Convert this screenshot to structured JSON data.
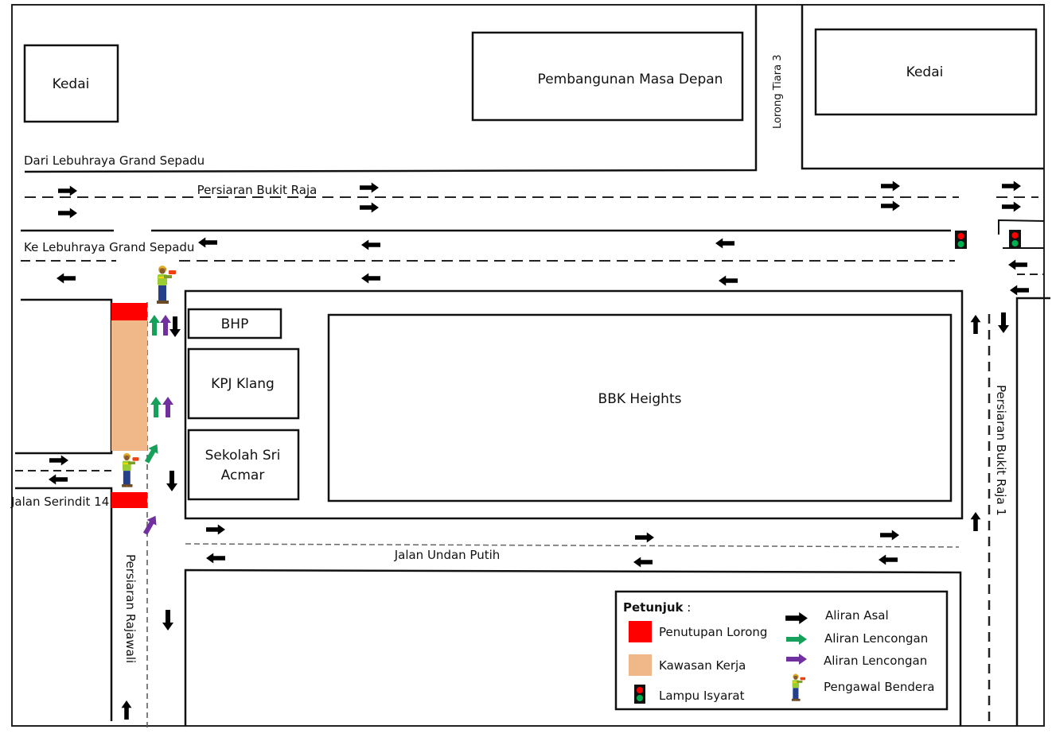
{
  "colors": {
    "closure": "#FF0000",
    "work_zone": "#F0B789",
    "original_flow": "#000000",
    "detour_green": "#17A05A",
    "detour_purple": "#7030A0",
    "signal_red": "#FF0000",
    "signal_green": "#00B050"
  },
  "buildings": {
    "kedai_left": "Kedai",
    "pembangunan": "Pembangunan  Masa Depan",
    "kedai_right": "Kedai",
    "bhp": "BHP",
    "kpj": "KPJ Klang",
    "sekolah_line1": "Sekolah Sri",
    "sekolah_line2": "Acmar",
    "bbk": "BBK Heights"
  },
  "roads": {
    "dari_lebuhraya": "Dari Lebuhraya Grand Sepadu",
    "persiaran_bukit_raja": "Persiaran Bukit Raja",
    "ke_lebuhraya": "Ke Lebuhraya Grand Sepadu",
    "lorong_tiara": "Lorong Tiara 3",
    "jalan_serindit": "Jalan Serindit 14",
    "jalan_undan_putih": "Jalan Undan Putih",
    "persiaran_rajawali": "Persiaran Rajawali",
    "persiaran_bukit_raja_1": "Persiaran Bukit Raja 1"
  },
  "legend": {
    "title": "Petunjuk",
    "title_suffix": " :",
    "items": [
      {
        "icon": "red-square",
        "label": "Penutupan Lorong"
      },
      {
        "icon": "tan-square",
        "label": "Kawasan Kerja"
      },
      {
        "icon": "traffic-light",
        "label": "Lampu Isyarat"
      },
      {
        "icon": "black-arrow",
        "label": "Aliran Asal"
      },
      {
        "icon": "green-arrow",
        "label": "Aliran Lencongan"
      },
      {
        "icon": "purple-arrow",
        "label": "Aliran Lencongan"
      },
      {
        "icon": "flagman",
        "label": "Pengawal Bendera"
      }
    ]
  }
}
